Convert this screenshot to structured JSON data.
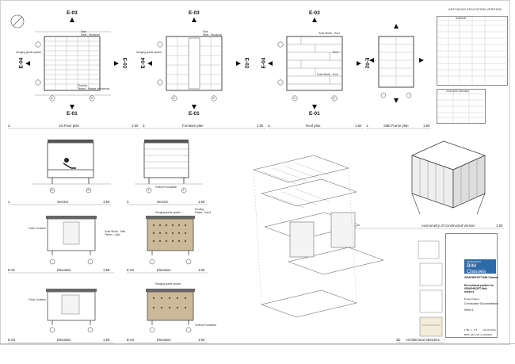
{
  "header": {
    "education_stamp": "ARCHICAD EDUCATION VERSION"
  },
  "section_markers": {
    "e01": "E-01",
    "e02": "E-02",
    "e03": "E-03",
    "e04": "E-04"
  },
  "drawings": [
    {
      "num": "2.",
      "title": "1st Floor plan",
      "scale": "1:50"
    },
    {
      "num": "3.",
      "title": "Furniture plan",
      "scale": "1:50"
    },
    {
      "num": "3.",
      "title": "Roof plan",
      "scale": "1:50"
    },
    {
      "num": "1.",
      "title": "Slab Frame plan",
      "scale": "1:50"
    },
    {
      "num": "1.",
      "title": "Section",
      "scale": "1:50"
    },
    {
      "num": "2.",
      "title": "Section",
      "scale": "1:50"
    },
    {
      "num": "",
      "title": "Axonometry of Constructed Version",
      "scale": "1:50"
    },
    {
      "num": "E-01",
      "title": "Elevation",
      "scale": "1:50"
    },
    {
      "num": "E-02",
      "title": "Elevation",
      "scale": "1:50"
    },
    {
      "num": "E-03",
      "title": "Elevation",
      "scale": "1:50"
    },
    {
      "num": "E-04",
      "title": "Elevation",
      "scale": "1:50"
    },
    {
      "num": "3D",
      "title": "Architectural Sketches",
      "scale": ""
    }
  ],
  "annotations": {
    "hanging_plants_a": "Hanging plants system",
    "hanging_plants_b": "Hanging plants system",
    "hanging_plants_c": "Hanging plants system",
    "hanging_plants_d": "Hanging plants system",
    "stair_a": "Stair -\nSteel - Structural",
    "stair_b": "Stair -\nSteel - Structural",
    "flooring": "Flooring -\nTimber - Terrace Hardwoods",
    "solar_roof": "Solar Blinds - Roof",
    "roof": "Roof",
    "slab_roof": "Solar Blinds - Roof",
    "fresh_contents_a": "Fresh Contents",
    "fresh_contents_b": "Fresh Contents",
    "solar_wall": "Solar Blinds - Wall\nTimber - Light",
    "vertical_foundation_a": "Vertical Foundation",
    "vertical_foundation_b": "Vertical Foundation",
    "roofing": "Roofing\nPlastic - Kakul"
  },
  "grid_labels": {
    "a": "A",
    "b": "B",
    "one": "1",
    "two": "2"
  },
  "title_block": {
    "brand_small": "GRAPHISOFT",
    "brand": "BIM Classes",
    "company": "GRAPHISOFT BIM Classes",
    "project": "Recreational pavilion for GRAPHISOFT-Park workers",
    "project_label": "Project Name:",
    "drawing_title": "Construction Documentation",
    "sheet": "Sheet 1",
    "scale": "1:50, 1 : 1.5",
    "date": "04.10.2019",
    "drawing_no": "BMT_DD_CD_A_000100"
  },
  "schedules": {
    "schedule_a_title": "Schedule",
    "schedule_b_title": "Zone Area Schedule"
  }
}
